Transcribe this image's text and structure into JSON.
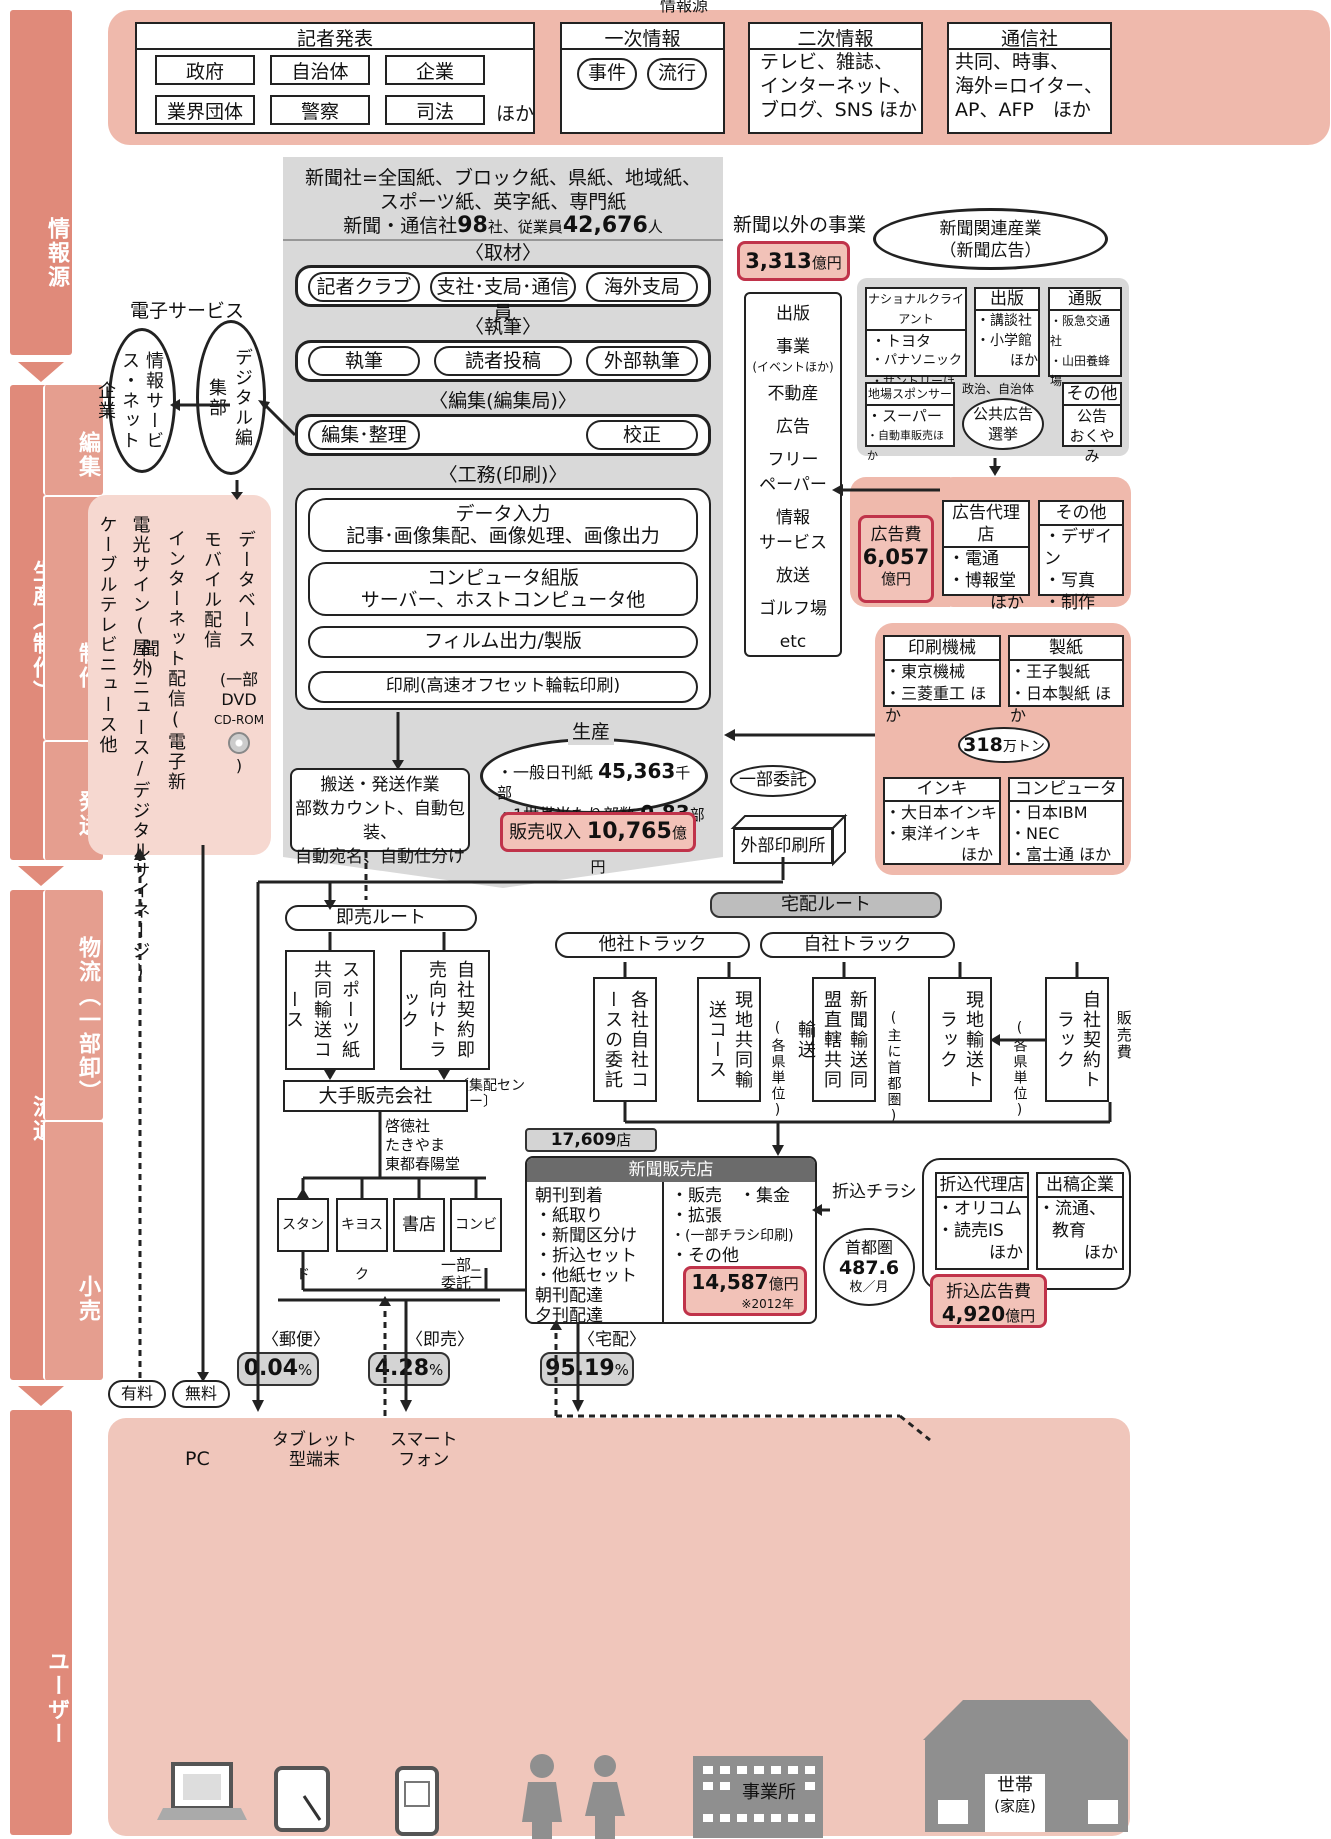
{
  "bands": {
    "jouhougen": "情報源",
    "seisan": "生産（制作）",
    "henshu": "編集",
    "seisaku": "制作",
    "hassou": "発送",
    "ryutsu": "流通",
    "butsuryu": "物流（一部卸）",
    "kouri": "小売",
    "user": "ユーザー"
  },
  "top": {
    "title": "情報源",
    "kisha": {
      "title": "記者発表",
      "items": [
        "政府",
        "自治体",
        "企業",
        "業界団体",
        "警察",
        "司法"
      ],
      "hoka": "ほか"
    },
    "ichiji": {
      "title": "一次情報",
      "items": [
        "事件",
        "流行"
      ]
    },
    "niji": {
      "title": "二次情報",
      "lines": [
        "テレビ、雑誌、",
        "インターネット、",
        "ブログ、SNS ほか"
      ]
    },
    "tsushin": {
      "title": "通信社",
      "lines": [
        "共同、時事、",
        "海外=ロイター、",
        "AP、AFP　ほか"
      ]
    }
  },
  "center": {
    "header": [
      "新聞社=全国紙、ブロック紙、県紙、地域紙、",
      "スポーツ紙、英字紙、専門紙"
    ],
    "stat_prefix": "新聞・通信社",
    "stat_companies": "98",
    "stat_companies_unit": "社、従業員",
    "stat_employees": "42,676",
    "stat_employees_unit": "人",
    "shuzai": "〈取材〉",
    "shuzai_items": [
      "記者クラブ",
      "支社･支局･通信員",
      "海外支局"
    ],
    "shippitsu": "〈執筆〉",
    "shippitsu_items": [
      "執筆",
      "読者投稿",
      "外部執筆"
    ],
    "henshu": "〈編集(編集局)〉",
    "henshu_items": [
      "編集･整理",
      "校正"
    ],
    "koumu": "〈工務(印刷)〉",
    "steps": [
      {
        "title": "データ入力",
        "sub": "記事･画像集配、画像処理、画像出力"
      },
      {
        "title": "コンピュータ組版",
        "sub": "サーバー、ホストコンピュータ他"
      },
      {
        "title": "フィルム出力/製版",
        "sub": ""
      },
      {
        "title": "印刷(高速オフセット輪転印刷)",
        "sub": ""
      }
    ],
    "seisan": {
      "title": "生産",
      "line1": "・一般日刊紙",
      "val1": "45,363",
      "unit1": "千部",
      "line2": "・1世帯当たり部数",
      "val2": "0.83",
      "unit2": "部"
    },
    "hansou": [
      "搬送・発送作業",
      "部数カウント、自動包装、",
      "自動宛名、自動仕分け"
    ],
    "hanbai_label": "販売収入",
    "hanbai_val": "10,765",
    "hanbai_unit": "億円"
  },
  "digital": {
    "title": "電子サービス",
    "ellipse1": "情報サービス・ネット企業",
    "ellipse2": "デジタル編集部",
    "items": [
      "ケーブルテレビニュース他",
      "電光サイン(屋外ニュース/デジタルサイネージ)",
      "インターネット配信(電子新聞)",
      "モバイル配信",
      "データベース"
    ],
    "db_note": [
      "(一部",
      "DVD",
      "CD-ROM",
      ")"
    ]
  },
  "other_biz": {
    "title": "新聞以外の事業",
    "val": "3,313",
    "unit": "億円",
    "items": [
      "出版",
      "事業",
      "(イベントほか)",
      "不動産",
      "広告",
      "フリー",
      "ペーパー",
      "情報",
      "サービス",
      "放送",
      "ゴルフ場",
      "etc"
    ]
  },
  "ad": {
    "ellipse": [
      "新聞関連産業",
      "（新聞広告）"
    ],
    "national": {
      "title": "ナショナルクライアント",
      "items": [
        "・トヨタ",
        "・パナソニック",
        "・サントリーほか"
      ]
    },
    "shuppan": {
      "title": "出版",
      "items": [
        "・講談社",
        "・小学館",
        "ほか"
      ]
    },
    "tsuhan": {
      "title": "通販",
      "items": [
        "・阪急交通社",
        "・山田養蜂場",
        "ほか"
      ]
    },
    "chiiki": {
      "title": "地場スポンサー",
      "items": [
        "・スーパー",
        "・自動車販売ほか"
      ]
    },
    "seiji": {
      "title": "政治、自治体",
      "items": [
        "公共広告",
        "選挙"
      ]
    },
    "sonota": {
      "title": "その他",
      "items": [
        "公告",
        "おくやみ"
      ]
    },
    "cost_label": "広告費",
    "cost_val": "6,057",
    "cost_unit": "億円",
    "dairi": {
      "title": "広告代理店",
      "items": [
        "・電通",
        "・博報堂",
        "ほか"
      ]
    },
    "sonota2": {
      "title": "その他",
      "items": [
        "・デザイン",
        "・写真",
        "・制作"
      ]
    }
  },
  "print": {
    "kikai": {
      "title": "印刷機械",
      "items": [
        "・東京機械",
        "・三菱重工 ほか"
      ]
    },
    "seishi": {
      "title": "製紙",
      "items": [
        "・王子製紙",
        "・日本製紙 ほか"
      ]
    },
    "paper_val": "318",
    "paper_unit": "万トン",
    "inki": {
      "title": "インキ",
      "items": [
        "・大日本インキ",
        "・東洋インキ",
        "ほか"
      ]
    },
    "computer": {
      "title": "コンピュータ",
      "items": [
        "・日本IBM",
        "・NEC",
        "・富士通 ほか"
      ]
    },
    "ichibu": "一部委託",
    "gaibu": "外部印刷所"
  },
  "dist": {
    "sokubai": "即売ルート",
    "takuhai": "宅配ルート",
    "tasha": "他社トラック",
    "jisha": "自社トラック",
    "sports": "スポーツ紙共同輸送コース",
    "sokubai_truck": "自社契約即売向けトラック",
    "shuhai": "〔集配センター〕",
    "oote": "大手販売会社",
    "oote_names": [
      "啓徳社",
      "たきやま",
      "東都春陽堂"
    ],
    "t1": "各社自社コースの委託",
    "t2": "現地共同輸送コース",
    "t2n": "(各県単位)",
    "t3": "新聞輸送同盟直轄共同輸送",
    "t3n": "(主に首都圏)",
    "t4": "現地輸送トラック",
    "t4n": "(各県単位)",
    "t5": "自社契約トラック",
    "hanbaihi": "販売費",
    "shops_count": "17,609",
    "shops_unit": "店",
    "hanbaiten": "新聞販売店",
    "left_items": [
      "朝刊到着",
      "・紙取り",
      "・新聞区分け",
      "・折込セット",
      "・他紙セット",
      "朝刊配達",
      "夕刊配達"
    ],
    "right_items": [
      "・販売　・集金",
      "・拡張",
      "・(一部チラシ印刷)",
      "・その他"
    ],
    "ten_val": "14,587",
    "ten_unit": "億円",
    "ten_note": "※2012年",
    "retail": [
      "スタンド",
      "キヨスク",
      "書店",
      "コンビニ"
    ],
    "ichibu_itaku": "一部委託",
    "orikomi": "折込チラシ",
    "orikomi_dairi": {
      "title": "折込代理店",
      "items": [
        "・オリコム",
        "・読売IS",
        "ほか"
      ]
    },
    "shukko": {
      "title": "出稿企業",
      "items": [
        "・流通、",
        "教育",
        "ほか"
      ]
    },
    "shutoken": "首都圏",
    "shutoken_val": "487.6",
    "shutoken_unit": "枚／月",
    "orikomi_label": "折込広告費",
    "orikomi_val": "4,920",
    "orikomi_unit": "億円",
    "yubin": "〈郵便〉",
    "yubin_val": "0.04",
    "sokubai2": "〈即売〉",
    "sokubai_val": "4.28",
    "takuhai2": "〈宅配〉",
    "takuhai_val": "95.19",
    "pct": "%",
    "yuryo": "有料",
    "muryo": "無料"
  },
  "users": {
    "pc": "PC",
    "tablet": [
      "タブレット",
      "型端末"
    ],
    "smart": [
      "スマート",
      "フォン"
    ],
    "office": "事業所",
    "house": "世帯",
    "house_sub": "(家庭)"
  }
}
